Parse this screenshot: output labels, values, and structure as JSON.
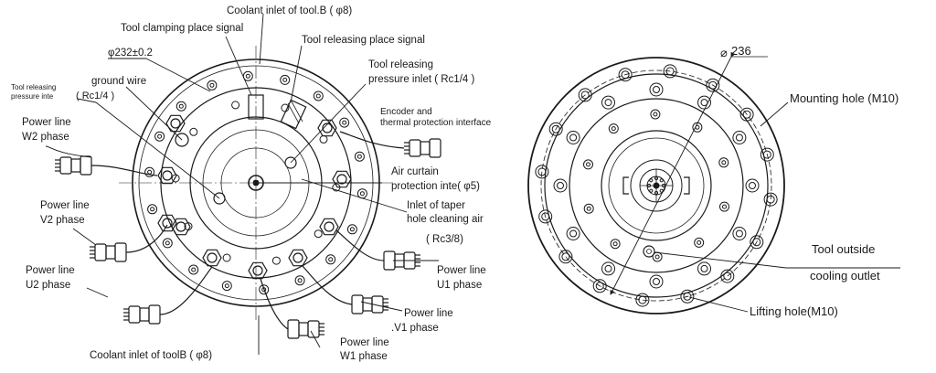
{
  "left_view": {
    "coolant_top": "Coolant inlet of tool.B ( φ8)",
    "tool_clamping": "Tool clamping place signal",
    "tool_releasing_signal": "Tool releasing place signal",
    "diameter": "φ232±0.2",
    "tool_releasing_pressure_l1": "Tool releasing",
    "tool_releasing_pressure_l2": "pressure inlet ( Rc1/4 )",
    "small_release_l1": "Tool releasing",
    "small_release_l2": "pressure inte",
    "small_release_rc": "( Rc1/4 )",
    "ground_wire": "ground wire",
    "encoder_l1": "Encoder and",
    "encoder_l2": "thermal protection interface",
    "w2_l1": "Power line",
    "w2_l2": "W2 phase",
    "v2_l1": "Power line",
    "v2_l2": "V2 phase",
    "u2_l1": "Power line",
    "u2_l2": "U2 phase",
    "air_curtain_l1": "Air curtain",
    "air_curtain_l2": "protection inte( φ5)",
    "taper_l1": "Inlet of taper",
    "taper_l2": "hole cleaning air",
    "taper_l3": "( Rc3/8)",
    "u1_l1": "Power line",
    "u1_l2": "U1 phase",
    "v1_l1": "Power line",
    "v1_l2": ".V1 phase",
    "w1_l1": "Power line",
    "w1_l2": "W1 phase",
    "coolant_bottom": "Coolant inlet of toolB ( φ8)"
  },
  "right_view": {
    "diameter": "236",
    "mounting_hole": "Mounting hole (M10)",
    "tool_outside_l1": "Tool outside",
    "tool_outside_l2": "cooling outlet",
    "lifting_hole": "Lifting hole(M10)"
  },
  "colors": {
    "line": "#1a1a1a",
    "background": "#ffffff"
  }
}
